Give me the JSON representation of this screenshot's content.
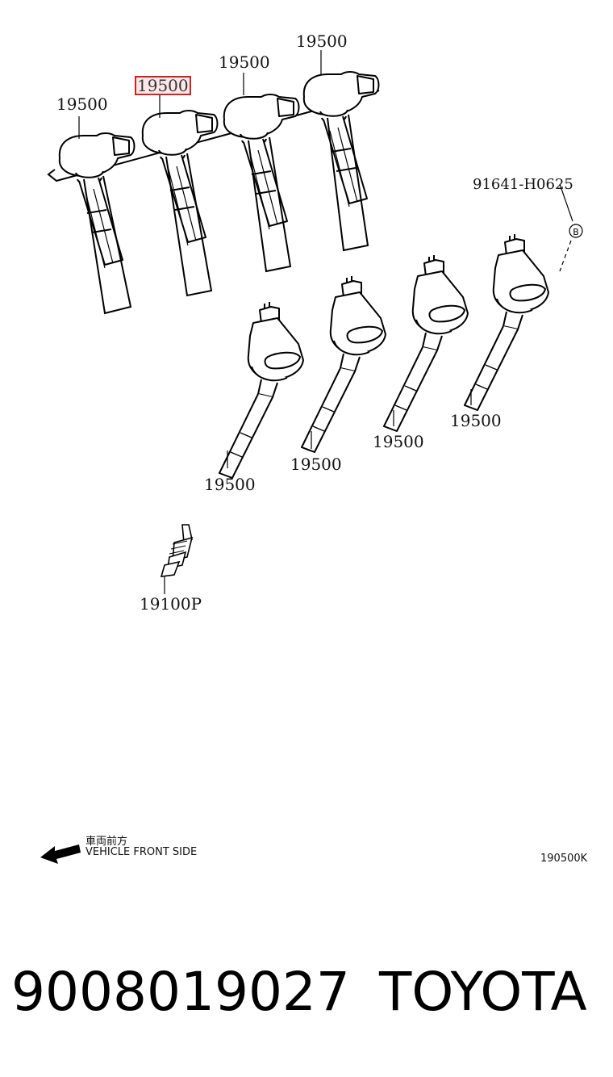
{
  "diagram": {
    "labels": {
      "coil_back_1": "19500",
      "coil_back_2": "19500",
      "coil_back_3": "19500",
      "coil_back_4": "19500",
      "coil_front_1": "19500",
      "coil_front_2": "19500",
      "coil_front_3": "19500",
      "coil_front_4": "19500",
      "clip": "91641-H0625",
      "spark_plug": "19100P",
      "callout_ref": "B"
    },
    "direction": {
      "japanese": "車両前方",
      "english": "VEHICLE FRONT SIDE"
    },
    "figure_code": "190500K",
    "highlight_color": "#cc2222"
  },
  "footer": {
    "part_number": "9008019027",
    "brand": "TOYOTA"
  }
}
